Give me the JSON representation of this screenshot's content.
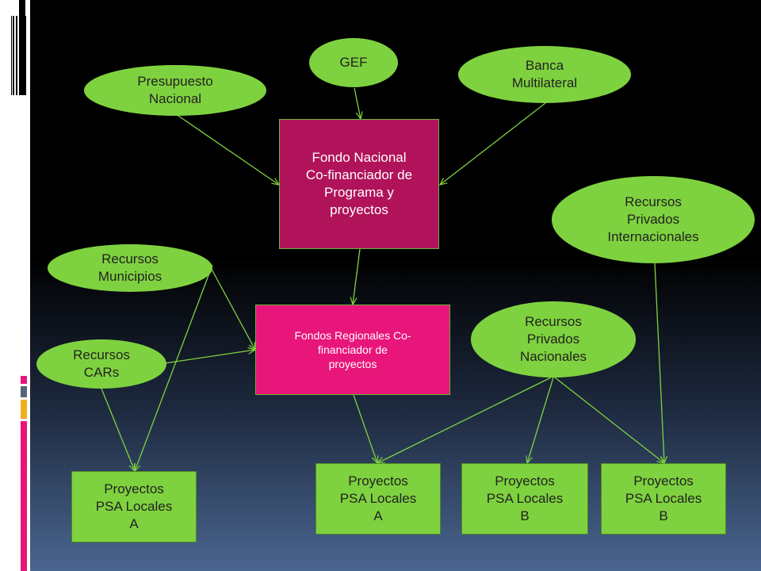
{
  "colors": {
    "ellipse_fill": "#7fd23f",
    "box_fill": "#7fd23f",
    "fondo_nacional_fill": "#b0135a",
    "fondos_regionales_fill": "#e8157a",
    "edge_color": "#7fd23f"
  },
  "nodes": {
    "gef": "GEF",
    "banca_multilateral": "Banca\nMultilateral",
    "presupuesto_nacional": "Presupuesto\nNacional",
    "fondo_nacional": "Fondo Nacional\nCo-financiador de\nPrograma y\nproyectos",
    "recursos_privados_internacionales": "Recursos\nPrivados\nInternacionales",
    "recursos_municipios": "Recursos\nMunicipios",
    "fondos_regionales": "Fondos Regionales Co-\nfinanciador de\nproyectos",
    "recursos_privados_nacionales": "Recursos\nPrivados\nNacionales",
    "recursos_cars": "Recursos\nCARs",
    "proyectos_a_left": "Proyectos\nPSA Locales\nA",
    "proyectos_a_center": "Proyectos\nPSA Locales\nA",
    "proyectos_b_center": "Proyectos\nPSA Locales\nB",
    "proyectos_b_right": "Proyectos\nPSA Locales\nB"
  },
  "edges": [
    {
      "from": "presupuesto_nacional",
      "to": "fondo_nacional"
    },
    {
      "from": "gef",
      "to": "fondo_nacional"
    },
    {
      "from": "banca_multilateral",
      "to": "fondo_nacional"
    },
    {
      "from": "fondo_nacional",
      "to": "fondos_regionales"
    },
    {
      "from": "recursos_municipios",
      "to": "fondos_regionales"
    },
    {
      "from": "recursos_municipios",
      "to": "proyectos_a_left"
    },
    {
      "from": "recursos_cars",
      "to": "fondos_regionales"
    },
    {
      "from": "recursos_cars",
      "to": "proyectos_a_left"
    },
    {
      "from": "fondos_regionales",
      "to": "proyectos_a_center"
    },
    {
      "from": "recursos_privados_nacionales",
      "to": "proyectos_a_center"
    },
    {
      "from": "recursos_privados_nacionales",
      "to": "proyectos_b_center"
    },
    {
      "from": "recursos_privados_nacionales",
      "to": "proyectos_b_right"
    },
    {
      "from": "recursos_privados_internacionales",
      "to": "proyectos_b_right"
    }
  ]
}
